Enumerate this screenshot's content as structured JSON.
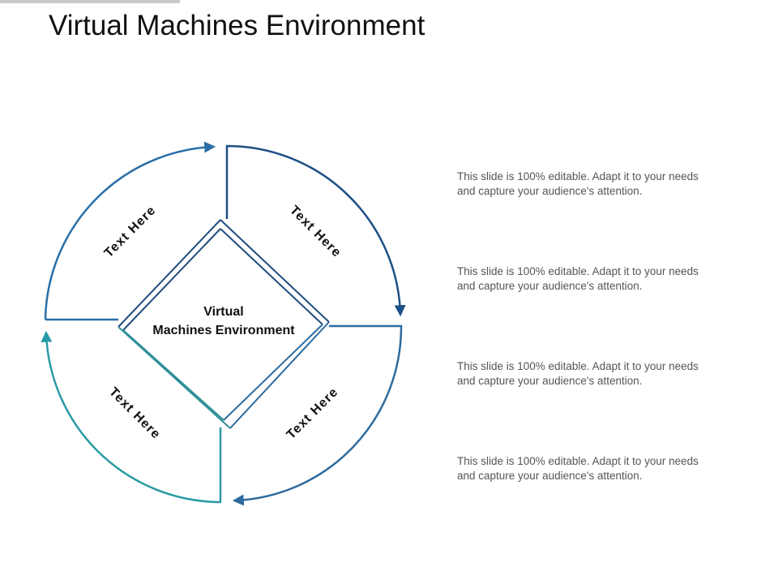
{
  "title": "Virtual Machines Environment",
  "colors": {
    "q1": "#2a6fa8",
    "q2": "#1d4f86",
    "q3": "#2d6b9e",
    "q4": "#2a9aa4",
    "inner": "#1e4d7b",
    "inner_teal": "#2f8f99",
    "text": "#111111",
    "desc_text": "#555555"
  },
  "diagram": {
    "center_line1": "Virtual",
    "center_line2": "Machines Environment",
    "segments": [
      {
        "label": "Text Here"
      },
      {
        "label": "Text Here"
      },
      {
        "label": "Text Here"
      },
      {
        "label": "Text Here"
      }
    ]
  },
  "descriptions": [
    {
      "line1": "This slide is 100% editable. Adapt it to your needs",
      "line2": "and capture your audience's attention."
    },
    {
      "line1": "This slide is 100% editable. Adapt it to your needs",
      "line2": "and capture your audience's attention."
    },
    {
      "line1": "This slide is 100% editable. Adapt it to your needs",
      "line2": "and capture your audience's attention."
    },
    {
      "line1": "This slide is 100% editable. Adapt it to your needs",
      "line2": "and capture your audience's attention."
    }
  ]
}
